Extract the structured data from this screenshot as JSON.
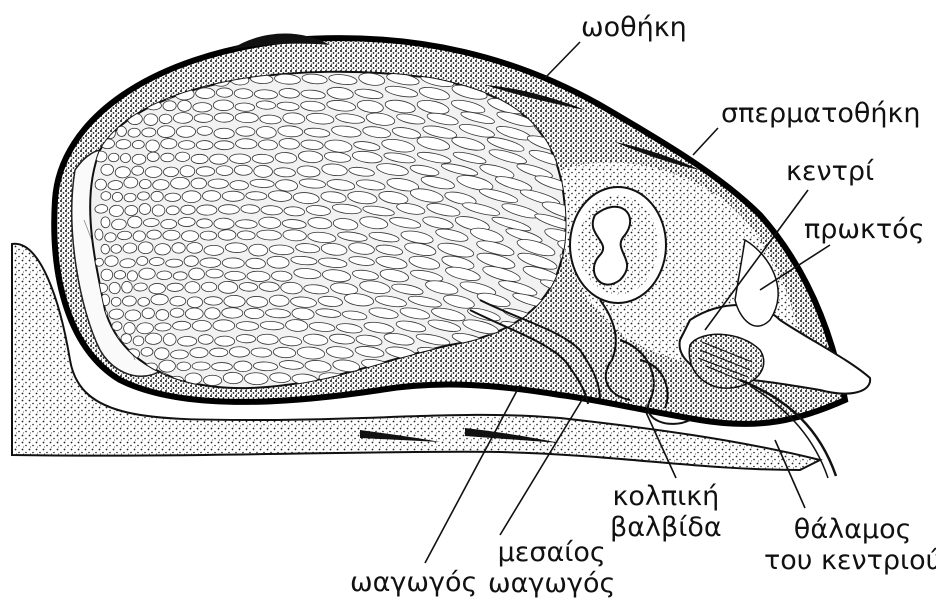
{
  "labels": {
    "ovary_sheath": "ωοθήκη",
    "spermatheca": "σπερματοθήκη",
    "sting": "κεντρί",
    "anus": "πρωκτός",
    "oviduct": "ωαγωγός",
    "median_oviduct": [
      "μεσαίος",
      "ωαγωγός"
    ],
    "vaginal_valve": [
      "κολπική",
      "βαλβίδα"
    ],
    "sting_chamber": [
      "θάλαμος",
      "του κεντριού"
    ]
  },
  "colors": {
    "ink": "#111111",
    "stipple": "#2a2a2a",
    "paper": "#ffffff",
    "egg_fill": "#f4f4f4"
  }
}
